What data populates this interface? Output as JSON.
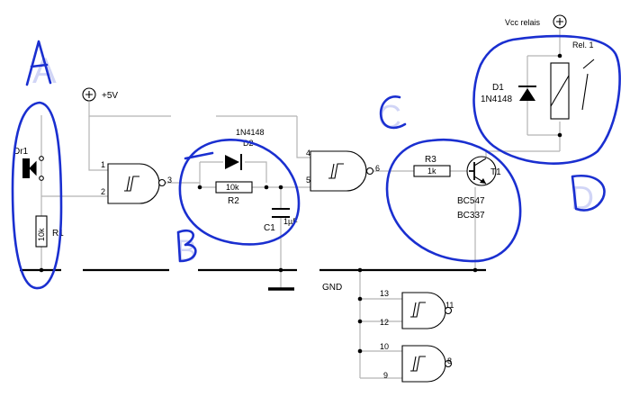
{
  "annotations": {
    "a": "A",
    "b": "B",
    "c": "C",
    "d": "D"
  },
  "labels": {
    "supply": "+5V",
    "ldr": "Dr1",
    "r1_name": "R1",
    "r1_value": "10k",
    "d2_type": "1N4148",
    "d2_name": "D2",
    "r2_name": "R2",
    "r2_value": "10k",
    "c1_name": "C1",
    "c1_value": "1µF",
    "r3_name": "R3",
    "r3_value": "1k",
    "t1_name": "T1",
    "t1_type1": "BC547",
    "t1_type2": "BC337",
    "vcc_relay": "Vcc relais",
    "relay_name": "Rel. 1",
    "d1_name": "D1",
    "d1_type": "1N4148",
    "ground": "GND"
  },
  "pins": {
    "g1_in1": "1",
    "g1_in2": "2",
    "g1_out": "3",
    "g2_in1": "4",
    "g2_in2": "5",
    "g2_out": "6",
    "g3_in1": "13",
    "g3_in2": "12",
    "g3_out": "11",
    "g4_in1": "10",
    "g4_in2": "9",
    "g4_out": "8"
  }
}
